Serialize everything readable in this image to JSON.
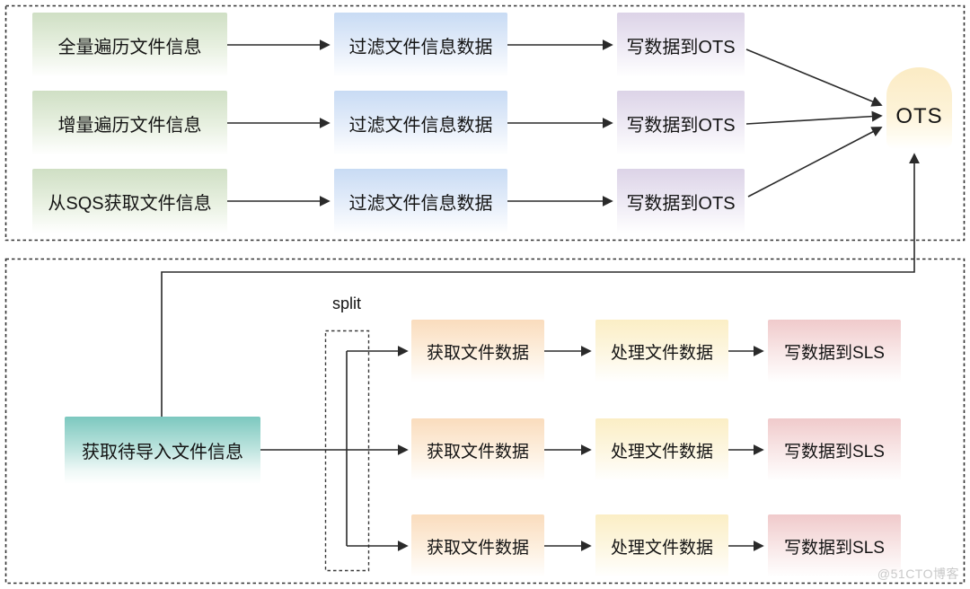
{
  "top_section": {
    "rows": [
      {
        "source": "全量遍历文件信息",
        "filter": "过滤文件信息数据",
        "write": "写数据到OTS"
      },
      {
        "source": "增量遍历文件信息",
        "filter": "过滤文件信息数据",
        "write": "写数据到OTS"
      },
      {
        "source": "从SQS获取文件信息",
        "filter": "过滤文件信息数据",
        "write": "写数据到OTS"
      }
    ],
    "database_label": "OTS"
  },
  "bottom_section": {
    "source_label": "获取待导入文件信息",
    "split_label": "split",
    "rows": [
      {
        "fetch": "获取文件数据",
        "process": "处理文件数据",
        "write": "写数据到SLS"
      },
      {
        "fetch": "获取文件数据",
        "process": "处理文件数据",
        "write": "写数据到SLS"
      },
      {
        "fetch": "获取文件数据",
        "process": "处理文件数据",
        "write": "写数据到SLS"
      }
    ]
  },
  "watermark": "@51CTO博客",
  "colors": {
    "source_green_top": "#cfdfc4",
    "filter_blue_top": "#c8dbf4",
    "write_ots_purple_top": "#dcd3e7",
    "ots_cylinder_cream": "#fbebc4",
    "import_teal_top": "#7cc8bf",
    "fetch_orange_top": "#fadcbd",
    "process_yellow_top": "#fbeec5",
    "write_sls_pink_top": "#f0cacb",
    "line_black": "#2a2a2a",
    "watermark_gray": "#c9c9c9"
  }
}
